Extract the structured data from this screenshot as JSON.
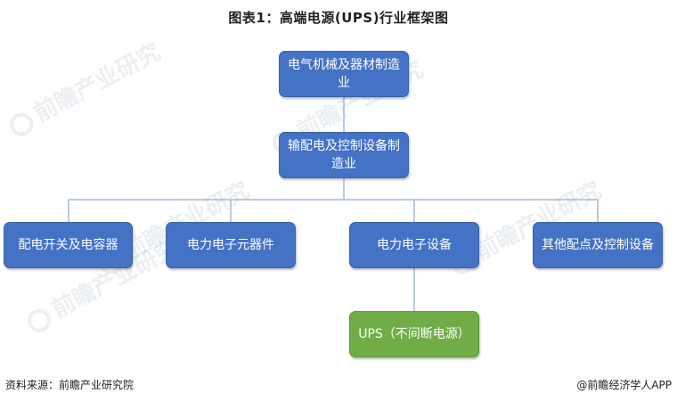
{
  "title": "图表1：高端电源(UPS)行业框架图",
  "watermark": "前瞻产业研究",
  "nodes": {
    "top": "电气机械及器材制造业",
    "mid": "输配电及控制设备制造业",
    "c1": "配电开关及电容器",
    "c2": "电力电子元器件",
    "c3": "电力电子设备",
    "c4": "其他配点及控制设备",
    "ups": "UPS（不间断电源）"
  },
  "footer": {
    "source": "资料来源：前瞻产业研究院",
    "brand": "@前瞻经济学人APP"
  },
  "colors": {
    "blue_node": "#4472c4",
    "green_node": "#70ad47",
    "connector": "#a6b9d8"
  }
}
